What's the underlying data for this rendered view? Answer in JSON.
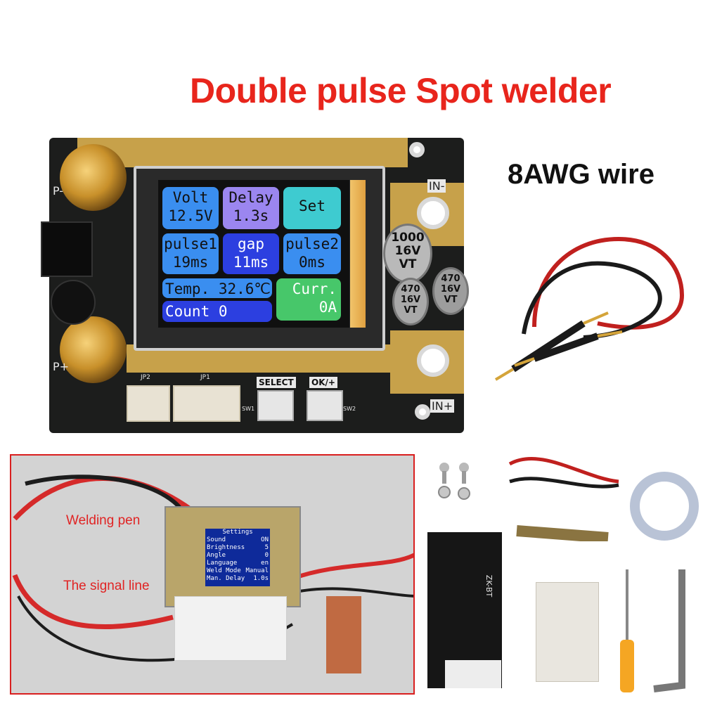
{
  "headline": "Double pulse Spot welder",
  "wire_label": "8AWG wire",
  "board": {
    "terminal_labels": {
      "p_minus": "P-",
      "p_plus": "P+",
      "in_minus": "IN-",
      "in_plus": "IN+"
    },
    "button_labels": {
      "select": "SELECT",
      "ok": "OK/+"
    },
    "connector_labels": {
      "jp2": "JP2",
      "jp1": "JP1",
      "sw1": "SW1",
      "sw2": "SW2"
    },
    "capacitors": {
      "large": {
        "value": "1000",
        "voltage": "16V",
        "mark": "VT"
      },
      "small_a": {
        "value": "470",
        "voltage": "16V",
        "mark": "VT"
      },
      "small_b": {
        "value": "470",
        "voltage": "16V",
        "mark": "VT"
      }
    },
    "screen": {
      "volt_label": "Volt",
      "volt_value": "12.5V",
      "delay_label": "Delay",
      "delay_value": "1.3s",
      "set_label": "Set",
      "pulse1_label": "pulse1",
      "pulse1_value": "19ms",
      "gap_label": "gap",
      "gap_value": "11ms",
      "pulse2_label": "pulse2",
      "pulse2_value": "0ms",
      "temp_text": "Temp. 32.6℃",
      "curr_label": "Curr.",
      "curr_value": "0A",
      "count_text": "Count 0"
    },
    "colors": {
      "tile_blue": "#3a8ef0",
      "tile_purple": "#9b86f0",
      "tile_cyan": "#3ecbd0",
      "tile_green": "#47c76a",
      "tile_navy": "#2c3fe0"
    }
  },
  "inset": {
    "callout_pen": "Welding pen",
    "callout_signal": "The signal line",
    "settings_title": "Settings",
    "settings_rows": [
      {
        "name": "Sound",
        "value": "ON"
      },
      {
        "name": "Brightness",
        "value": "5"
      },
      {
        "name": "Angle",
        "value": "0"
      },
      {
        "name": "Language",
        "value": "en"
      },
      {
        "name": "Weld Mode",
        "value": "Manual"
      },
      {
        "name": "Man. Delay",
        "value": "1.0s"
      }
    ]
  },
  "accessories": {
    "wifi_module_text": "ZK-BT"
  }
}
